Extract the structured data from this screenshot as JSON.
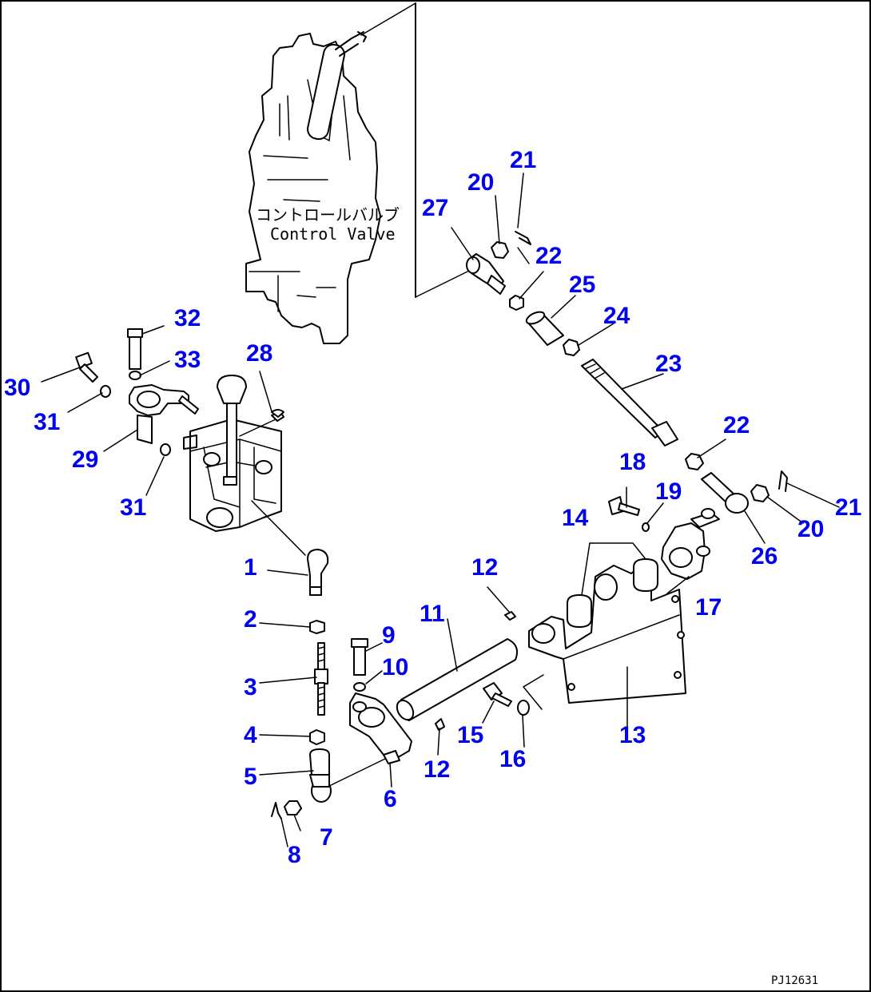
{
  "diagram": {
    "caption_jp": "コントロールバルブ",
    "caption_en": "Control Valve",
    "drawing_code": "PJ12631",
    "callouts": [
      {
        "id": "c1",
        "label": "1"
      },
      {
        "id": "c2",
        "label": "2"
      },
      {
        "id": "c3",
        "label": "3"
      },
      {
        "id": "c4",
        "label": "4"
      },
      {
        "id": "c5",
        "label": "5"
      },
      {
        "id": "c6",
        "label": "6"
      },
      {
        "id": "c7",
        "label": "7"
      },
      {
        "id": "c8",
        "label": "8"
      },
      {
        "id": "c9",
        "label": "9"
      },
      {
        "id": "c10",
        "label": "10"
      },
      {
        "id": "c11",
        "label": "11"
      },
      {
        "id": "c12a",
        "label": "12"
      },
      {
        "id": "c12b",
        "label": "12"
      },
      {
        "id": "c13",
        "label": "13"
      },
      {
        "id": "c14",
        "label": "14"
      },
      {
        "id": "c15",
        "label": "15"
      },
      {
        "id": "c16",
        "label": "16"
      },
      {
        "id": "c17",
        "label": "17"
      },
      {
        "id": "c18",
        "label": "18"
      },
      {
        "id": "c19",
        "label": "19"
      },
      {
        "id": "c20a",
        "label": "20"
      },
      {
        "id": "c20b",
        "label": "20"
      },
      {
        "id": "c21a",
        "label": "21"
      },
      {
        "id": "c21b",
        "label": "21"
      },
      {
        "id": "c22a",
        "label": "22"
      },
      {
        "id": "c22b",
        "label": "22"
      },
      {
        "id": "c23",
        "label": "23"
      },
      {
        "id": "c24",
        "label": "24"
      },
      {
        "id": "c25",
        "label": "25"
      },
      {
        "id": "c26",
        "label": "26"
      },
      {
        "id": "c27",
        "label": "27"
      },
      {
        "id": "c28",
        "label": "28"
      },
      {
        "id": "c29",
        "label": "29"
      },
      {
        "id": "c30",
        "label": "30"
      },
      {
        "id": "c31a",
        "label": "31"
      },
      {
        "id": "c31b",
        "label": "31"
      },
      {
        "id": "c32",
        "label": "32"
      },
      {
        "id": "c33",
        "label": "33"
      }
    ]
  }
}
